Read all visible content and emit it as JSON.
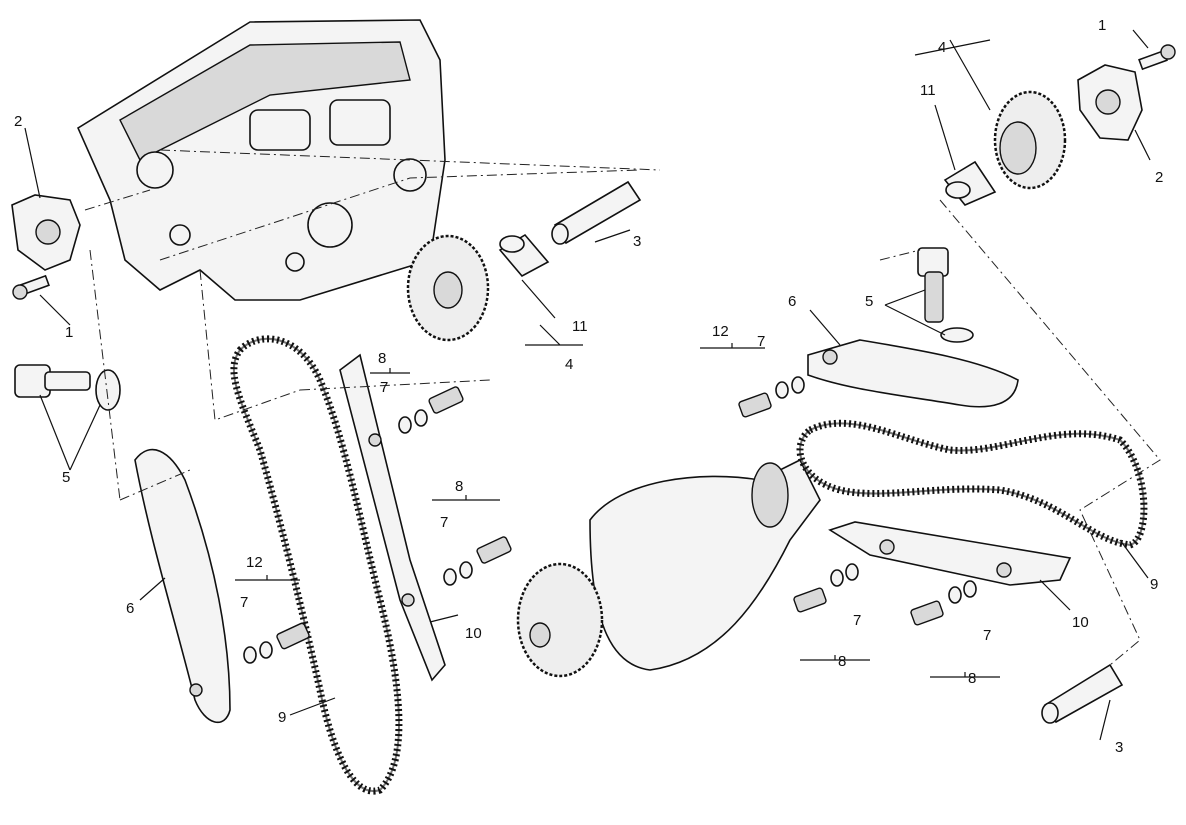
{
  "callouts": {
    "c1_left": "1",
    "c2_left": "2",
    "c3_top": "3",
    "c4_mid": "4",
    "c5_left": "5",
    "c6_left": "6",
    "c7_a": "7",
    "c7_b": "7",
    "c7_c": "7",
    "c8_a": "8",
    "c8_b": "8",
    "c9_left": "9",
    "c10_mid": "10",
    "c11_mid": "11",
    "c12_left": "12",
    "c1_right": "1",
    "c2_right": "2",
    "c3_bottom": "3",
    "c4_right": "4",
    "c5_right": "5",
    "c6_right": "6",
    "c7_d": "7",
    "c7_e": "7",
    "c7_f": "7",
    "c8_c": "8",
    "c8_d": "8",
    "c9_right": "9",
    "c10_right": "10",
    "c11_right": "11",
    "c12_right": "12"
  }
}
